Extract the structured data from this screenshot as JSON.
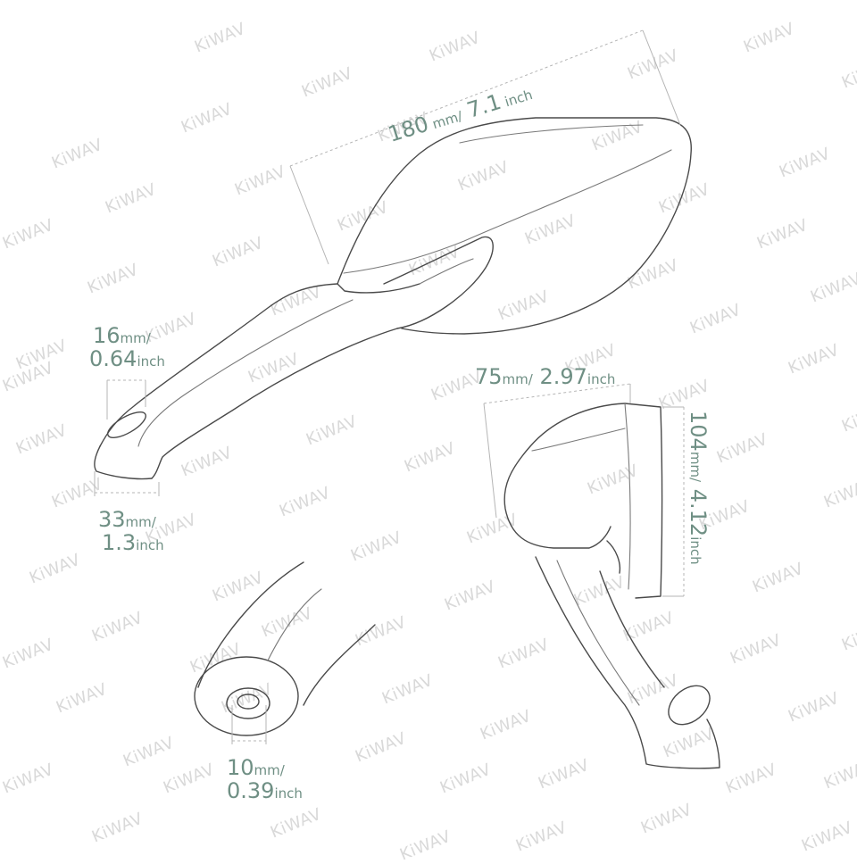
{
  "watermark": "KiWAV",
  "colors": {
    "dimension_text": "#6f8f84",
    "watermark": "#d9d9d9",
    "line": "#4a4a4a"
  },
  "dimensions": {
    "length": {
      "value_mm": "180",
      "unit_mm": " mm",
      "sep": "/",
      "value_in": " 7.1",
      "unit_in": " inch"
    },
    "stem_top": {
      "value_mm": "16",
      "unit_mm": "mm",
      "sep": "/",
      "value_in": "0.64",
      "unit_in": "inch"
    },
    "stem_bottom": {
      "value_mm": "33",
      "unit_mm": "mm",
      "sep": "/",
      "value_in": "1.3",
      "unit_in": "inch"
    },
    "width_side": {
      "value_mm": "75",
      "unit_mm": "mm",
      "sep": "/",
      "value_in": " 2.97",
      "unit_in": "inch"
    },
    "height_side": {
      "value_mm": "104",
      "unit_mm": "mm",
      "sep": "/",
      "value_in": " 4.12",
      "unit_in": "inch"
    },
    "bolt_hole": {
      "value_mm": "10",
      "unit_mm": "mm",
      "sep": "/",
      "value_in": "0.39",
      "unit_in": "inch"
    }
  }
}
